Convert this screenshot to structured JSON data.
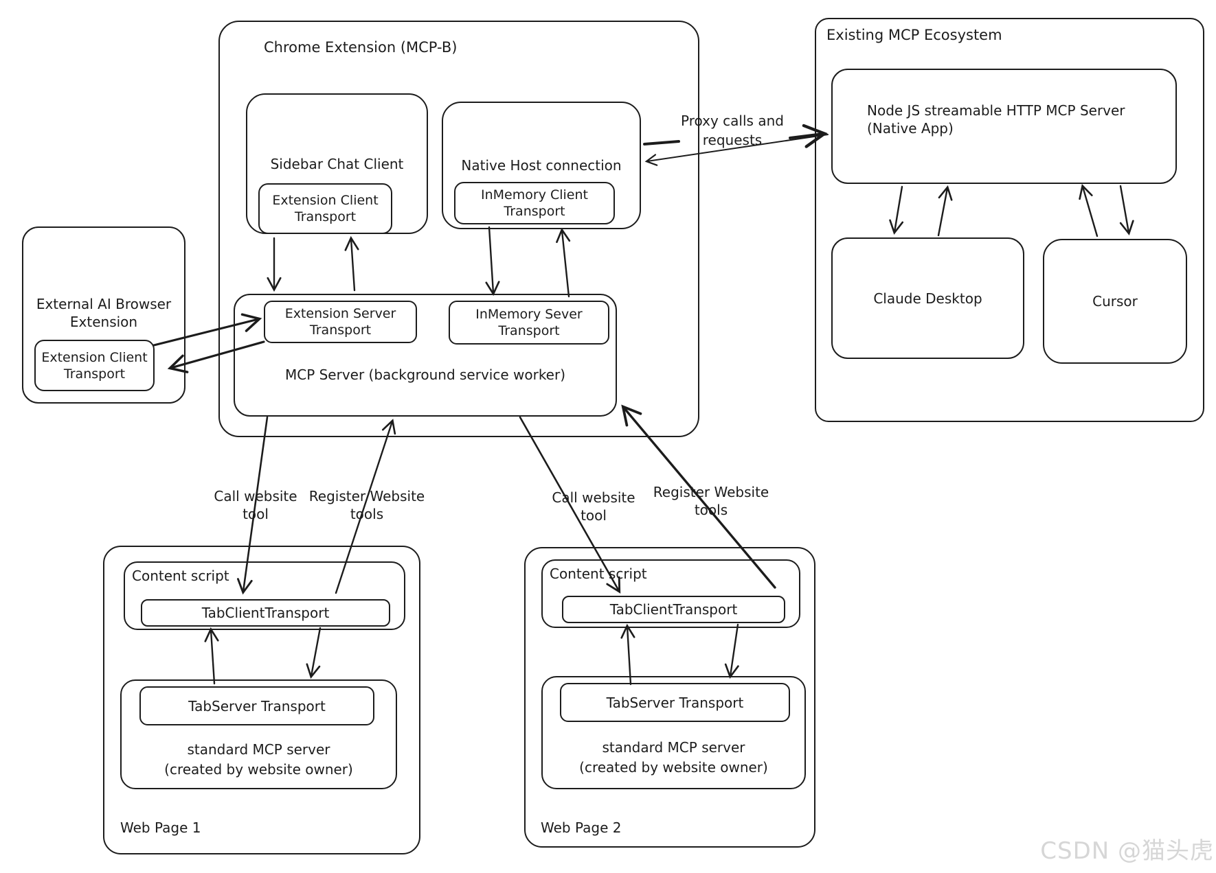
{
  "colors": {
    "ink": "#1c1c1c",
    "background": "#ffffff",
    "watermark": "#d6d6d6"
  },
  "watermark": "CSDN @猫头虎",
  "chrome_extension": {
    "title": "Chrome Extension (MCP-B)",
    "sidebar_chat_client": {
      "title": "Sidebar Chat Client",
      "transport": "Extension Client Transport"
    },
    "native_host": {
      "title": "Native Host connection",
      "transport": "InMemory Client Transport"
    },
    "mcp_server": {
      "title": "MCP Server (background service worker)",
      "extension_server_transport": "Extension Server Transport",
      "inmemory_server_transport": "InMemory Sever Transport"
    }
  },
  "external_extension": {
    "title": "External AI Browser Extension",
    "transport": "Extension Client Transport"
  },
  "ecosystem": {
    "title": "Existing MCP Ecosystem",
    "node_server": {
      "label": "Node JS streamable HTTP MCP Server",
      "sublabel": "(Native App)"
    },
    "claude_desktop": "Claude Desktop",
    "cursor": "Cursor"
  },
  "edge_labels": {
    "proxy": "Proxy calls and requests",
    "call_website_tool_1": "Call website tool",
    "register_website_tools_1": "Register Website tools",
    "call_website_tool_2": "Call website tool",
    "register_website_tools_2": "Register Website tools"
  },
  "web_page_1": {
    "title": "Web Page 1",
    "content_script": "Content script",
    "tab_client": "TabClientTransport",
    "tab_server": "TabServer Transport",
    "server_label": "standard MCP server",
    "server_sublabel": "(created by website owner)"
  },
  "web_page_2": {
    "title": "Web Page 2",
    "content_script": "Content script",
    "tab_client": "TabClientTransport",
    "tab_server": "TabServer Transport",
    "server_label": "standard MCP server",
    "server_sublabel": "(created by website owner)"
  }
}
